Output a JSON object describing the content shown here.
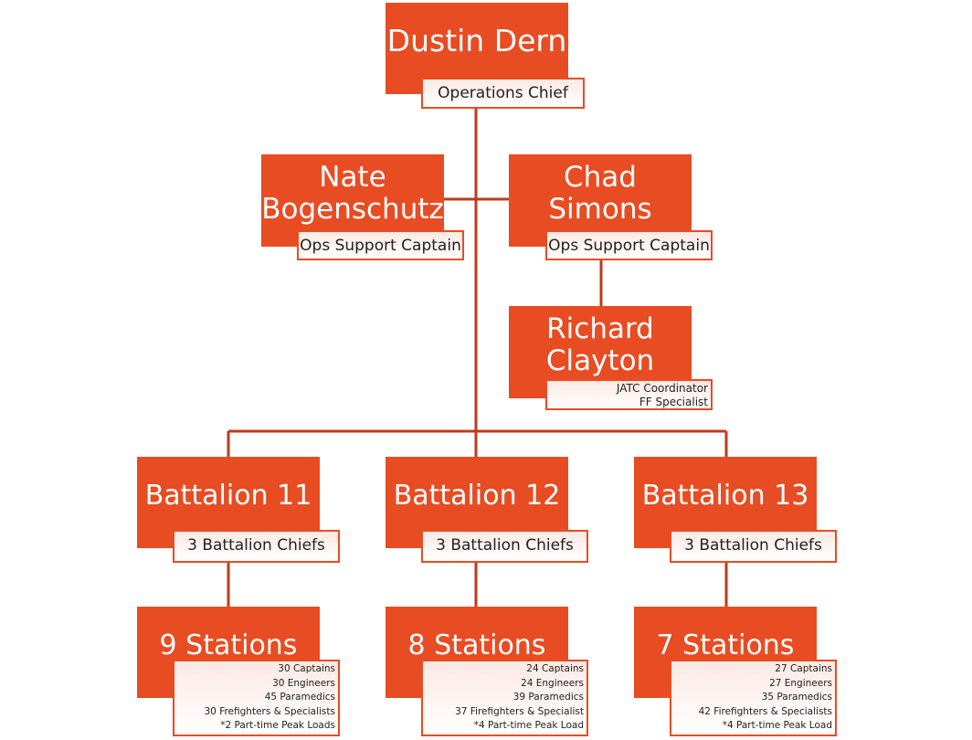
{
  "colors": {
    "accent": "#E84C22",
    "line": "#C0391B"
  },
  "nodes": {
    "chief": {
      "name": "Dustin Dern",
      "role": "Operations Chief"
    },
    "nate": {
      "name_line1": "Nate",
      "name_line2": "Bogenschutz",
      "role": "Ops Support Captain"
    },
    "chad": {
      "name_line1": "Chad",
      "name_line2": "Simons",
      "role": "Ops Support Captain"
    },
    "richard": {
      "name_line1": "Richard",
      "name_line2": "Clayton",
      "role_line1": "JATC Coordinator",
      "role_line2": "FF Specialist"
    },
    "battalions": [
      {
        "name": "Battalion 11",
        "chiefs": "3 Battalion Chiefs"
      },
      {
        "name": "Battalion 12",
        "chiefs": "3 Battalion Chiefs"
      },
      {
        "name": "Battalion 13",
        "chiefs": "3 Battalion Chiefs"
      }
    ],
    "stations": [
      {
        "name": "9 Stations",
        "details": [
          "30 Captains",
          "30 Engineers",
          "45 Paramedics",
          "30 Frefighters & Specialists",
          "*2 Part-time Peak Loads"
        ]
      },
      {
        "name": "8 Stations",
        "details": [
          "24 Captains",
          "24 Engineers",
          "39 Paramedics",
          "37 Firefighters & Specialist",
          "*4 Part-time Peak Load"
        ]
      },
      {
        "name": "7 Stations",
        "details": [
          "27 Captains",
          "27 Engineers",
          "35 Paramedics",
          "42 Firefighters & Specialists",
          "*4 Part-time Peak Load"
        ]
      }
    ]
  }
}
